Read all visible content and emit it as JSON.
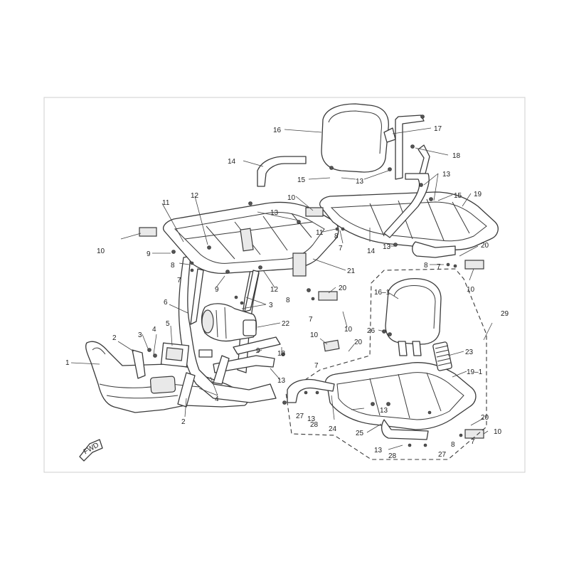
{
  "figure": {
    "type": "exploded parts diagram",
    "callouts": [
      {
        "id": "c1",
        "text": "1"
      },
      {
        "id": "c2a",
        "text": "2"
      },
      {
        "id": "c2b",
        "text": "2"
      },
      {
        "id": "c3a",
        "text": "3"
      },
      {
        "id": "c3b",
        "text": "3"
      },
      {
        "id": "c4a",
        "text": "4"
      },
      {
        "id": "c4b",
        "text": "4"
      },
      {
        "id": "c5",
        "text": "5"
      },
      {
        "id": "c6",
        "text": "6"
      },
      {
        "id": "c7a",
        "text": "7"
      },
      {
        "id": "c7b",
        "text": "7"
      },
      {
        "id": "c7c",
        "text": "7"
      },
      {
        "id": "c7d",
        "text": "7"
      },
      {
        "id": "c7e",
        "text": "7"
      },
      {
        "id": "c7f",
        "text": "7"
      },
      {
        "id": "c8a",
        "text": "8"
      },
      {
        "id": "c8b",
        "text": "8"
      },
      {
        "id": "c8c",
        "text": "8"
      },
      {
        "id": "c8d",
        "text": "8"
      },
      {
        "id": "c8e",
        "text": "8"
      },
      {
        "id": "c9a",
        "text": "9"
      },
      {
        "id": "c9b",
        "text": "9"
      },
      {
        "id": "c9c",
        "text": "9"
      },
      {
        "id": "c10a",
        "text": "10"
      },
      {
        "id": "c10b",
        "text": "10"
      },
      {
        "id": "c10c",
        "text": "10"
      },
      {
        "id": "c10d",
        "text": "10"
      },
      {
        "id": "c10e",
        "text": "10"
      },
      {
        "id": "c10f",
        "text": "10"
      },
      {
        "id": "c11a",
        "text": "11"
      },
      {
        "id": "c11b",
        "text": "11"
      },
      {
        "id": "c12a",
        "text": "12"
      },
      {
        "id": "c12b",
        "text": "12"
      },
      {
        "id": "c13a",
        "text": "13"
      },
      {
        "id": "c13b",
        "text": "13"
      },
      {
        "id": "c13c",
        "text": "13"
      },
      {
        "id": "c13d",
        "text": "13"
      },
      {
        "id": "c13e",
        "text": "13"
      },
      {
        "id": "c13f",
        "text": "13"
      },
      {
        "id": "c13g",
        "text": "13"
      },
      {
        "id": "c13h",
        "text": "13"
      },
      {
        "id": "c13i",
        "text": "13"
      },
      {
        "id": "c14a",
        "text": "14"
      },
      {
        "id": "c14b",
        "text": "14"
      },
      {
        "id": "c15a",
        "text": "15"
      },
      {
        "id": "c15b",
        "text": "15"
      },
      {
        "id": "c16",
        "text": "16"
      },
      {
        "id": "c16-1",
        "text": "16–1"
      },
      {
        "id": "c17",
        "text": "17"
      },
      {
        "id": "c18",
        "text": "18"
      },
      {
        "id": "c19",
        "text": "19"
      },
      {
        "id": "c19-1",
        "text": "19–1"
      },
      {
        "id": "c20a",
        "text": "20"
      },
      {
        "id": "c20b",
        "text": "20"
      },
      {
        "id": "c20c",
        "text": "20"
      },
      {
        "id": "c20d",
        "text": "20"
      },
      {
        "id": "c21",
        "text": "21"
      },
      {
        "id": "c22",
        "text": "22"
      },
      {
        "id": "c23",
        "text": "23"
      },
      {
        "id": "c24",
        "text": "24"
      },
      {
        "id": "c25",
        "text": "25"
      },
      {
        "id": "c26",
        "text": "26"
      },
      {
        "id": "c27a",
        "text": "27"
      },
      {
        "id": "c27b",
        "text": "27"
      },
      {
        "id": "c28a",
        "text": "28"
      },
      {
        "id": "c28b",
        "text": "28"
      },
      {
        "id": "c29",
        "text": "29"
      }
    ],
    "fwd_arrow": {
      "label": "FWD",
      "icon": "forward-arrow-icon"
    }
  }
}
